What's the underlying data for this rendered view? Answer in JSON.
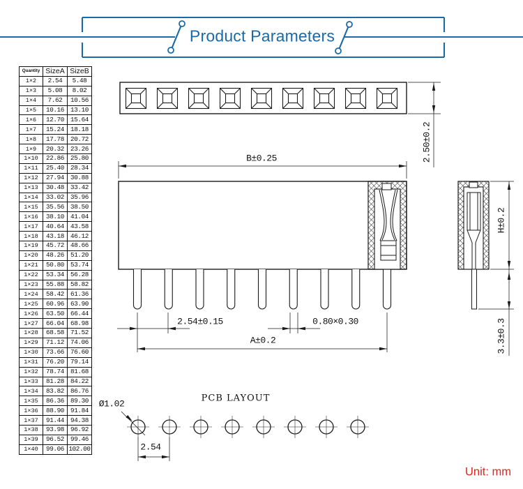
{
  "banner": {
    "title": "Product Parameters",
    "accent_color": "#1a69a8"
  },
  "table": {
    "headers": [
      "Quantity",
      "SizeA",
      "SizeB"
    ],
    "rows": [
      [
        "1×2",
        "2.54",
        "5.48"
      ],
      [
        "1×3",
        "5.08",
        "8.02"
      ],
      [
        "1×4",
        "7.62",
        "10.56"
      ],
      [
        "1×5",
        "10.16",
        "13.10"
      ],
      [
        "1×6",
        "12.70",
        "15.64"
      ],
      [
        "1×7",
        "15.24",
        "18.18"
      ],
      [
        "1×8",
        "17.78",
        "20.72"
      ],
      [
        "1×9",
        "20.32",
        "23.26"
      ],
      [
        "1×10",
        "22.86",
        "25.80"
      ],
      [
        "1×11",
        "25.40",
        "28.34"
      ],
      [
        "1×12",
        "27.94",
        "30.88"
      ],
      [
        "1×13",
        "30.48",
        "33.42"
      ],
      [
        "1×14",
        "33.02",
        "35.96"
      ],
      [
        "1×15",
        "35.56",
        "38.50"
      ],
      [
        "1×16",
        "38.10",
        "41.04"
      ],
      [
        "1×17",
        "40.64",
        "43.58"
      ],
      [
        "1×18",
        "43.18",
        "46.12"
      ],
      [
        "1×19",
        "45.72",
        "48.66"
      ],
      [
        "1×20",
        "48.26",
        "51.20"
      ],
      [
        "1×21",
        "50.80",
        "53.74"
      ],
      [
        "1×22",
        "53.34",
        "56.28"
      ],
      [
        "1×23",
        "55.88",
        "58.82"
      ],
      [
        "1×24",
        "58.42",
        "61.36"
      ],
      [
        "1×25",
        "60.96",
        "63.90"
      ],
      [
        "1×26",
        "63.50",
        "66.44"
      ],
      [
        "1×27",
        "66.04",
        "68.98"
      ],
      [
        "1×28",
        "68.58",
        "71.52"
      ],
      [
        "1×29",
        "71.12",
        "74.06"
      ],
      [
        "1×30",
        "73.66",
        "76.60"
      ],
      [
        "1×31",
        "76.20",
        "79.14"
      ],
      [
        "1×32",
        "78.74",
        "81.68"
      ],
      [
        "1×33",
        "81.28",
        "84.22"
      ],
      [
        "1×34",
        "83.82",
        "86.76"
      ],
      [
        "1×35",
        "86.36",
        "89.30"
      ],
      [
        "1×36",
        "88.90",
        "91.84"
      ],
      [
        "1×37",
        "91.44",
        "94.38"
      ],
      [
        "1×38",
        "93.98",
        "96.92"
      ],
      [
        "1×39",
        "96.52",
        "99.46"
      ],
      [
        "1×40",
        "99.06",
        "102.00"
      ]
    ]
  },
  "drawing": {
    "top_view": {
      "socket_count": 9,
      "dim_body_depth": "2.50±0.2"
    },
    "front_view": {
      "pin_count": 9,
      "dim_body_width": "B±0.25",
      "dim_pin_pitch": "2.54±0.15",
      "dim_pin_cross_section": "0.80×0.30",
      "dim_pin_span": "A±0.2"
    },
    "side_view": {
      "dim_body_height": "H±0.2",
      "dim_pin_length": "3.3±0.3"
    },
    "pcb_layout": {
      "title": "PCB LAYOUT",
      "hole_count": 8,
      "dim_hole_diameter": "Ø1.02",
      "dim_hole_pitch": "2.54"
    }
  },
  "footer": {
    "unit_label": "Unit: mm",
    "unit_color": "#e1251b"
  }
}
